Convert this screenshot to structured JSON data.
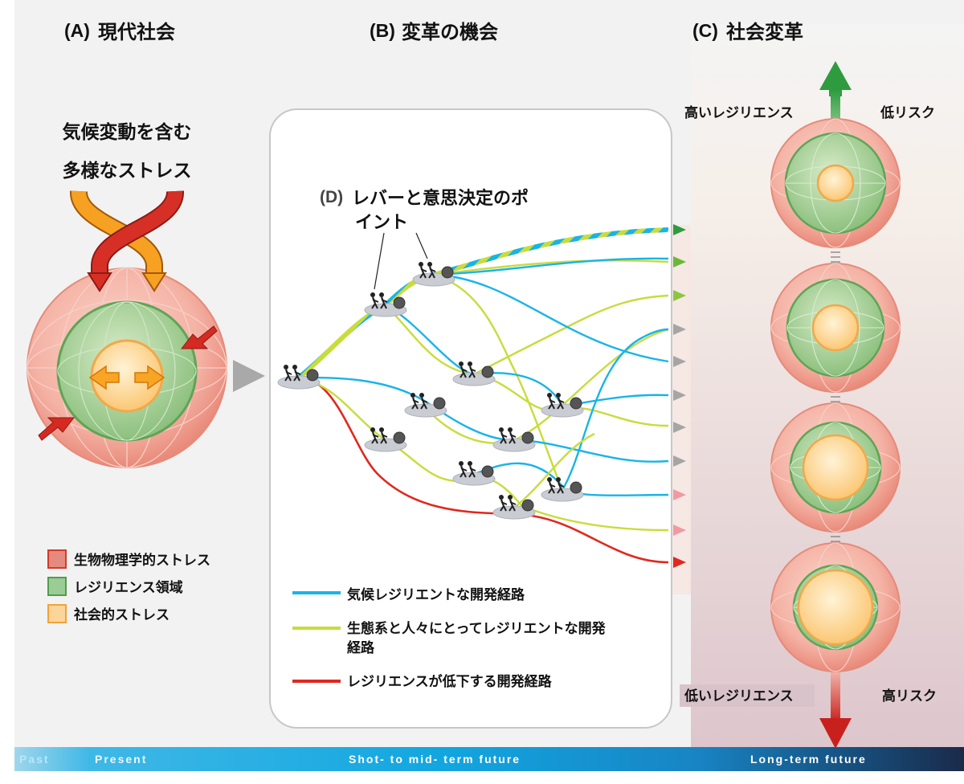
{
  "panels": {
    "a": {
      "letter": "(A)",
      "title": "現代社会"
    },
    "b": {
      "letter": "(B)",
      "title": "変革の機会"
    },
    "c": {
      "letter": "(C)",
      "title": "社会変革"
    }
  },
  "stress_label": {
    "line1": "気候変動を含む",
    "line2": "多様なストレス"
  },
  "lever_label": {
    "letter": "(D)",
    "line1": "レバーと意思決定のポ",
    "line2": "イント"
  },
  "legend_a": [
    {
      "label": "生物物理学的ストレス",
      "color": "#e58a7e",
      "border": "#d23a2a"
    },
    {
      "label": "レジリエンス領域",
      "color": "#9ccc96",
      "border": "#4f9e4a"
    },
    {
      "label": "社会的ストレス",
      "color": "#fbd59a",
      "border": "#f2a23a"
    }
  ],
  "legend_b": [
    {
      "label": "気候レジリエントな開発経路",
      "color": "#18b4e8"
    },
    {
      "label": "生態系と人々にとってレジリエントな開発",
      "label2": "経路",
      "color": "#c8dc3c"
    },
    {
      "label": "レジリエンスが低下する開発経路",
      "color": "#e0281e"
    }
  ],
  "scale": {
    "top_left": "高いレジリエンス",
    "top_right": "低リスク",
    "bottom_left": "低いレジリエンス",
    "bottom_right": "高リスク"
  },
  "timeline": {
    "past": "Past",
    "present": "Present",
    "mid": "Shot- to mid- term future",
    "long": "Long-term future"
  },
  "colors": {
    "climate": "#18b4e8",
    "ecosystem": "#c8dc3c",
    "decline": "#e0281e",
    "arrow_up": "#2e9c3e",
    "arrow_down": "#c8201c"
  }
}
